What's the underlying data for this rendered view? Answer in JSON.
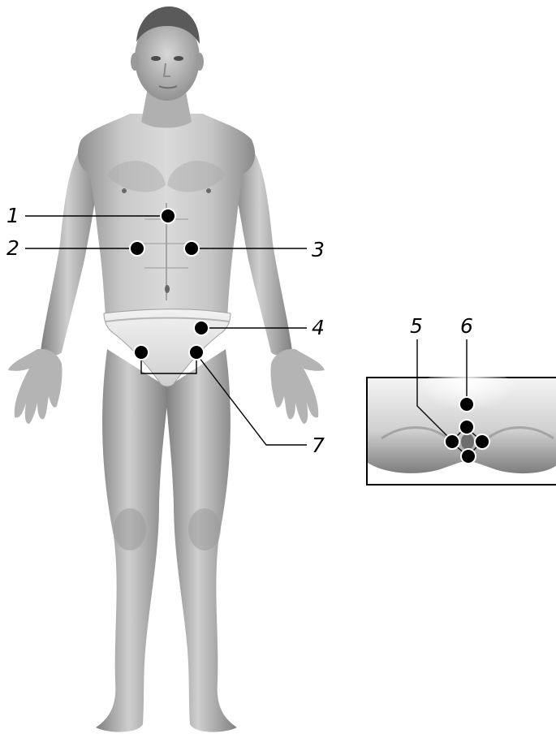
{
  "colors": {
    "marker_fill": "#000000",
    "marker_stroke": "#ffffff",
    "leader_line": "#000000",
    "inset_border": "#000000",
    "skin_light": "#e4e4e4",
    "skin_mid": "#b9b9b9",
    "skin_dark": "#7a7a7a"
  },
  "labels": {
    "l1": "1",
    "l2": "2",
    "l3": "3",
    "l4": "4",
    "l5": "5",
    "l6": "6",
    "l7": "7"
  }
}
